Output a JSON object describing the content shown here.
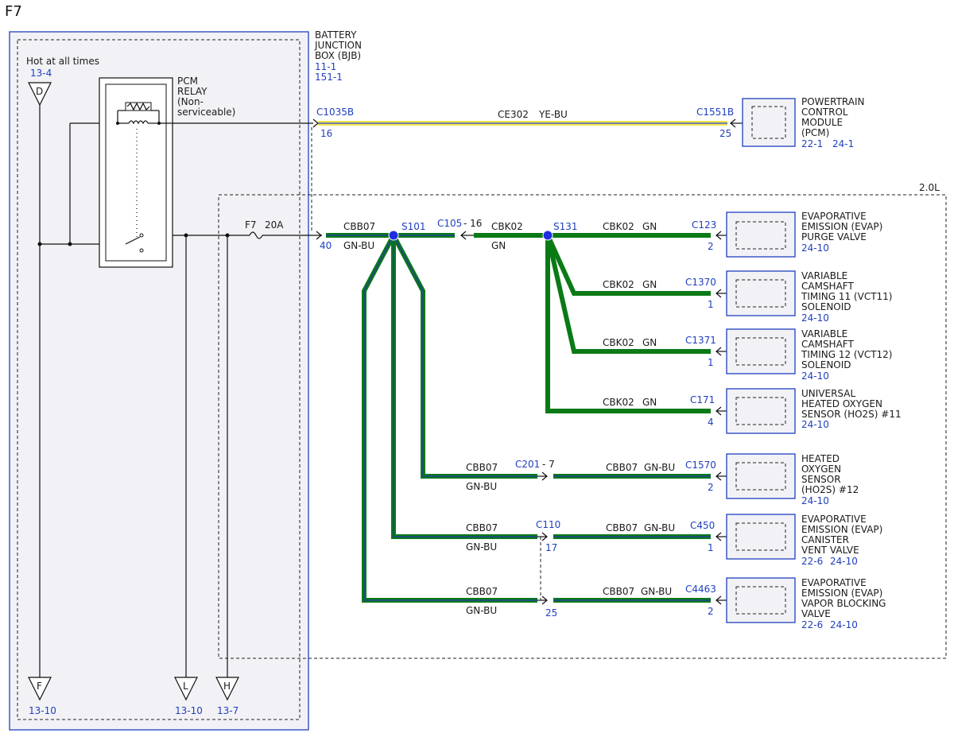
{
  "title": "F7",
  "bjb": {
    "l1": "BATTERY",
    "l2": "JUNCTION",
    "l3": "BOX (BJB)",
    "ref1": "11-1",
    "ref2": "151-1"
  },
  "hot": "Hot at all times",
  "relay": {
    "l1": "PCM",
    "l2": "RELAY",
    "l3": "(Non-",
    "l4": "serviceable)"
  },
  "fuse": {
    "name": "F7",
    "rating": "20A"
  },
  "engine": "2.0L",
  "connectors": {
    "D": {
      "letter": "D",
      "ref": "13-4"
    },
    "F": {
      "letter": "F",
      "ref": "13-10"
    },
    "L": {
      "letter": "L",
      "ref": "13-10"
    },
    "H": {
      "letter": "H",
      "ref": "13-7"
    }
  },
  "pcm": {
    "conn": "C1035B",
    "pin": "16",
    "circuit": "CE302",
    "color": "YE-BU",
    "conn2": "C1551B",
    "pin2": "25",
    "l1": "POWERTRAIN",
    "l2": "CONTROL",
    "l3": "MODULE",
    "l4": "(PCM)",
    "ref1": "22-1",
    "ref2": "24-1"
  },
  "main": {
    "circuit": "CBB07",
    "pin": "40",
    "color": "GN-BU",
    "splice1": "S101",
    "conn": "C105",
    "conn_pin": "- 16",
    "circuit2": "CBK02",
    "color2": "GN",
    "splice2": "S131"
  },
  "loads": {
    "purge": {
      "circuit": "CBK02",
      "color": "GN",
      "conn": "C123",
      "pin": "2",
      "l1": "EVAPORATIVE",
      "l2": "EMISSION (EVAP)",
      "l3": "PURGE VALVE",
      "ref": "24-10"
    },
    "vct11": {
      "circuit": "CBK02",
      "color": "GN",
      "conn": "C1370",
      "pin": "1",
      "l1": "VARIABLE",
      "l2": "CAMSHAFT",
      "l3": "TIMING 11 (VCT11)",
      "l4": "SOLENOID",
      "ref": "24-10"
    },
    "vct12": {
      "circuit": "CBK02",
      "color": "GN",
      "conn": "C1371",
      "pin": "1",
      "l1": "VARIABLE",
      "l2": "CAMSHAFT",
      "l3": "TIMING 12 (VCT12)",
      "l4": "SOLENOID",
      "ref": "24-10"
    },
    "ho2s11": {
      "circuit": "CBK02",
      "color": "GN",
      "conn": "C171",
      "pin": "4",
      "l1": "UNIVERSAL",
      "l2": "HEATED OXYGEN",
      "l3": "SENSOR (HO2S) #11",
      "ref": "24-10"
    },
    "ho2s12": {
      "circuit_a": "CBB07",
      "color_a": "GN-BU",
      "mid_conn": "C201",
      "mid_pin": "- 7",
      "circuit": "CBB07",
      "color": "GN-BU",
      "conn": "C1570",
      "pin": "2",
      "l1": "HEATED",
      "l2": "OXYGEN",
      "l3": "SENSOR",
      "l4": "(HO2S) #12",
      "ref": "24-10"
    },
    "vent": {
      "circuit_a": "CBB07",
      "color_a": "GN-BU",
      "mid_conn": "C110",
      "mid_pin": "17",
      "circuit": "CBB07",
      "color": "GN-BU",
      "conn": "C450",
      "pin": "1",
      "l1": "EVAPORATIVE",
      "l2": "EMISSION (EVAP)",
      "l3": "CANISTER",
      "l4": "VENT VALVE",
      "ref1": "22-6",
      "ref2": "24-10"
    },
    "vbv": {
      "circuit_a": "CBB07",
      "color_a": "GN-BU",
      "mid_pin": "25",
      "circuit": "CBB07",
      "color": "GN-BU",
      "conn": "C4463",
      "pin": "2",
      "l1": "EVAPORATIVE",
      "l2": "EMISSION (EVAP)",
      "l3": "VAPOR BLOCKING",
      "l4": "VALVE",
      "ref1": "22-6",
      "ref2": "24-10"
    }
  }
}
